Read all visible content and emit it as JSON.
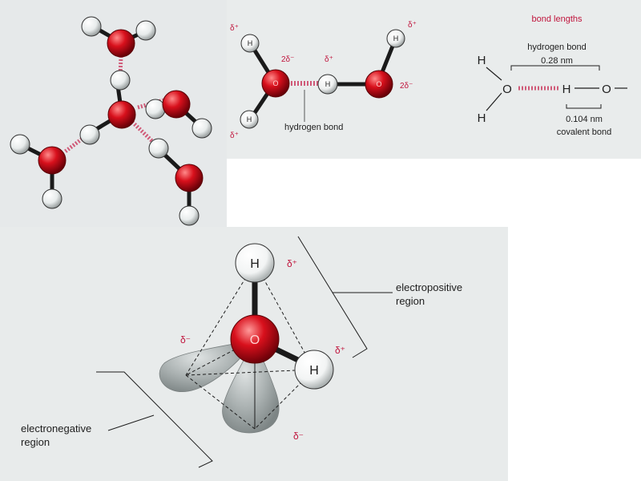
{
  "colors": {
    "oxygen": "#d0101c",
    "hbond": "#d05a78",
    "delta": "#c0143c",
    "heading": "#c0143c",
    "text": "#1e1e1e"
  },
  "pair": {
    "delta_plus": "δ⁺",
    "two_delta_minus": "2δ⁻",
    "h": "H",
    "o": "O",
    "hydrogen_bond_label": "hydrogen bond"
  },
  "bond_lengths": {
    "heading": "bond lengths",
    "hbond_label": "hydrogen bond",
    "hbond_value": "0.28 nm",
    "covalent_value": "0.104 nm",
    "covalent_label": "covalent bond",
    "h": "H",
    "o": "O"
  },
  "tetra": {
    "delta_plus": "δ⁺",
    "delta_minus": "δ⁻",
    "h": "H",
    "o": "O",
    "electropositive_line1": "electropositive",
    "electropositive_line2": "region",
    "electronegative_line1": "electronegative",
    "electronegative_line2": "region"
  }
}
